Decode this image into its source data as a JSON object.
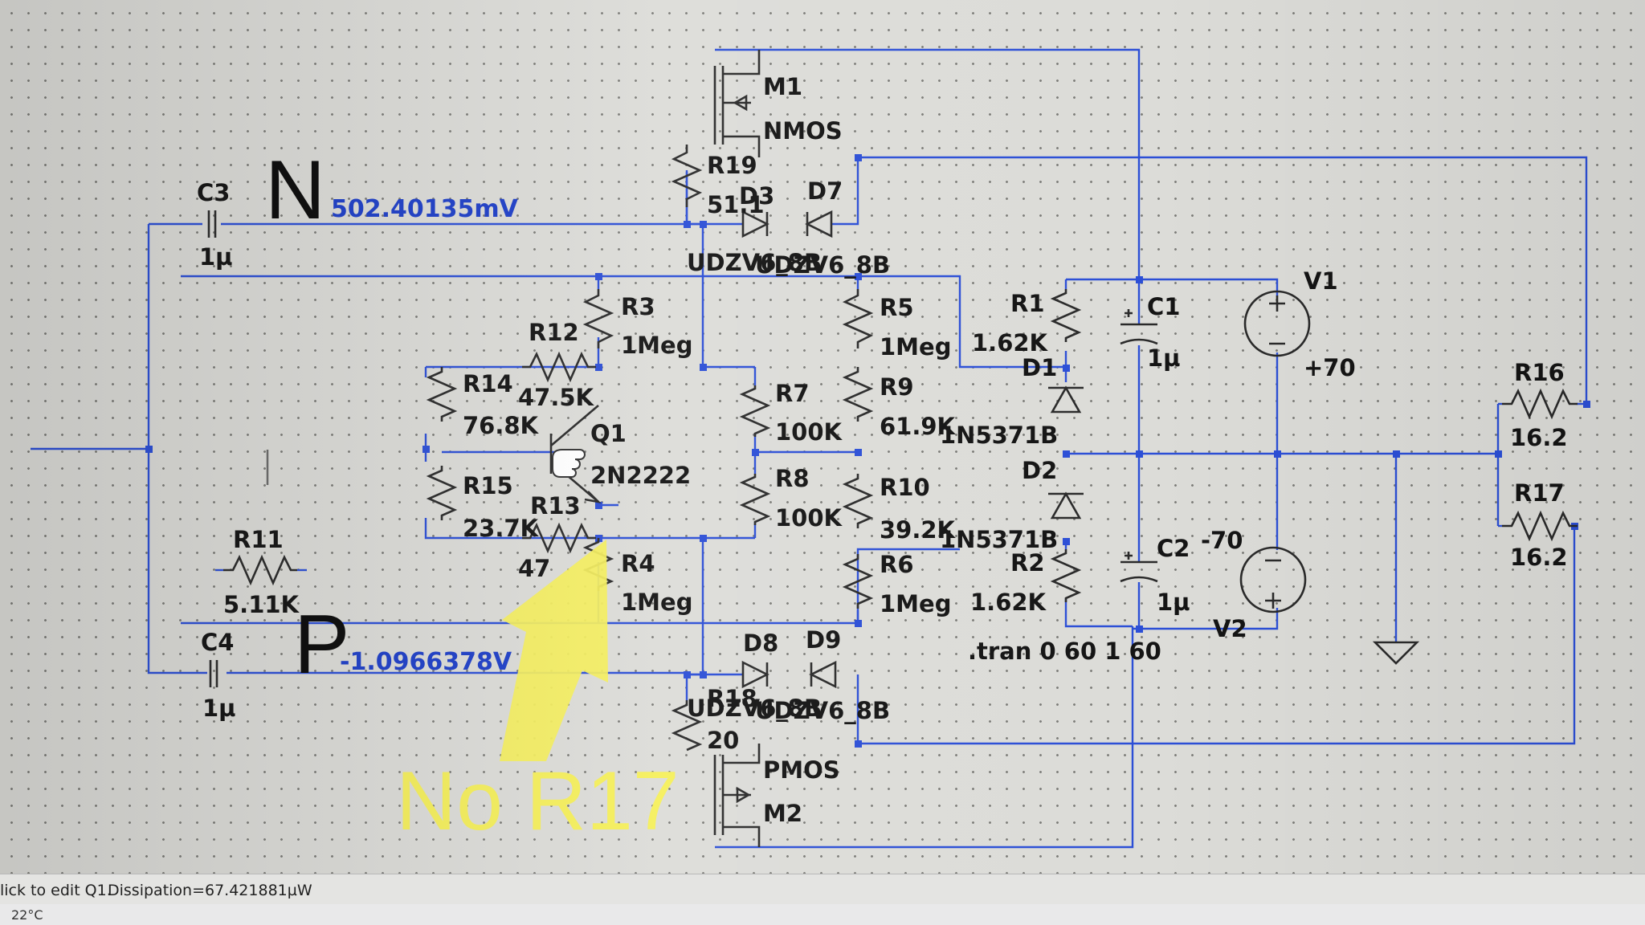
{
  "status_bar": {
    "hint": "lick to edit Q1.",
    "dissipation": "Dissipation=67.421881µW"
  },
  "taskbar": {
    "temperature": "22°C"
  },
  "node_labels": {
    "n": "N",
    "p": "P"
  },
  "voltages": {
    "n_value": "502.40135mV",
    "p_value": "-1.0966378V"
  },
  "annotation": {
    "text": "No R17",
    "color": "#f5ef5c"
  },
  "directive": ".tran 0 60 1 60",
  "components": {
    "m1": {
      "name": "M1",
      "model": "NMOS"
    },
    "m2": {
      "name": "M2",
      "model": "PMOS"
    },
    "q1": {
      "name": "Q1",
      "model": "2N2222"
    },
    "r1": {
      "name": "R1",
      "value": "1.62K"
    },
    "r2": {
      "name": "R2",
      "value": "1.62K"
    },
    "r3": {
      "name": "R3",
      "value": "1Meg"
    },
    "r4": {
      "name": "R4",
      "value": "1Meg"
    },
    "r5": {
      "name": "R5",
      "value": "1Meg"
    },
    "r6": {
      "name": "R6",
      "value": "1Meg"
    },
    "r7": {
      "name": "R7",
      "value": "100K"
    },
    "r8": {
      "name": "R8",
      "value": "100K"
    },
    "r9": {
      "name": "R9",
      "value": "61.9K"
    },
    "r10": {
      "name": "R10",
      "value": "39.2K"
    },
    "r11": {
      "name": "R11",
      "value": "5.11K"
    },
    "r12": {
      "name": "R12",
      "value": "47.5K"
    },
    "r13": {
      "name": "R13",
      "value": "47"
    },
    "r14": {
      "name": "R14",
      "value": "76.8K"
    },
    "r15": {
      "name": "R15",
      "value": "23.7K"
    },
    "r16": {
      "name": "R16",
      "value": "16.2"
    },
    "r17": {
      "name": "R17",
      "value": "16.2"
    },
    "r18": {
      "name": "R18",
      "value": "20"
    },
    "r19": {
      "name": "R19",
      "value": "51.1"
    },
    "c1": {
      "name": "C1",
      "value": "1µ"
    },
    "c2": {
      "name": "C2",
      "value": "1µ"
    },
    "c3": {
      "name": "C3",
      "value": "1µ"
    },
    "c4": {
      "name": "C4",
      "value": "1µ"
    },
    "d1": {
      "name": "D1",
      "model": "1N5371B"
    },
    "d2": {
      "name": "D2",
      "model": "1N5371B"
    },
    "d3": {
      "name": "D3",
      "model": "UDZV6_8B"
    },
    "d7": {
      "name": "D7",
      "model": "UDZV6_8B"
    },
    "d8": {
      "name": "D8",
      "model": "UDZV6_8B"
    },
    "d9": {
      "name": "D9",
      "model": "UDZV6_8B"
    },
    "v1": {
      "name": "V1",
      "value": "+70"
    },
    "v2": {
      "name": "V2",
      "value": "-70"
    }
  },
  "colors": {
    "wire": "#2c4fd6",
    "voltage_text": "#1e3fc8",
    "grid_dot": "#7e7e7a"
  }
}
